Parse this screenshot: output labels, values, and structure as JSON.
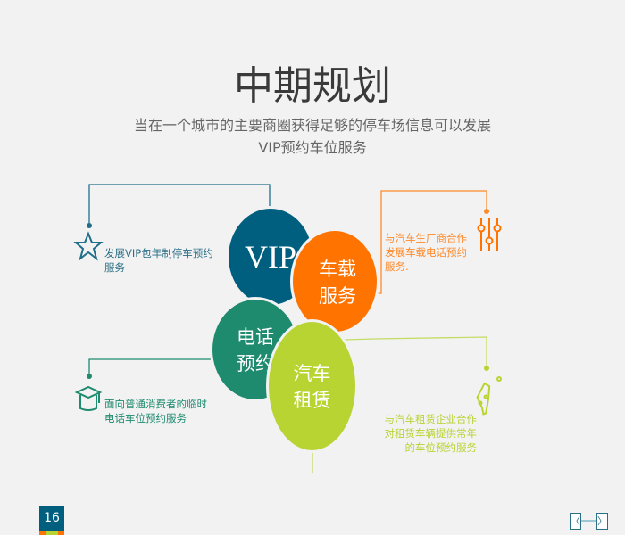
{
  "title": "中期规划",
  "subtitle": "当在一个城市的主要商圈获得足够的停车场信息可以发展VIP预约车位服务",
  "circles": {
    "vip": "VIP",
    "car": "车载\n服务",
    "phone": "电话\n预约",
    "rent": "汽车\n租赁"
  },
  "desc": {
    "vip": "发展VIP包年制停车预约服务",
    "car": "与汽车生厂商合作发展车载电话预约服务.",
    "phone": "面向普通消费者的临时电话车位预约服务",
    "rent": "与汽车租赁企业合作对租赁车辆提供常年的车位预约服务"
  },
  "page_number": "16",
  "nav": {
    "prev": "〈",
    "next": "〉"
  },
  "colors": {
    "vip": "#005f7f",
    "car": "#ff7300",
    "phone": "#1e8a6e",
    "rent": "#b8d432"
  }
}
